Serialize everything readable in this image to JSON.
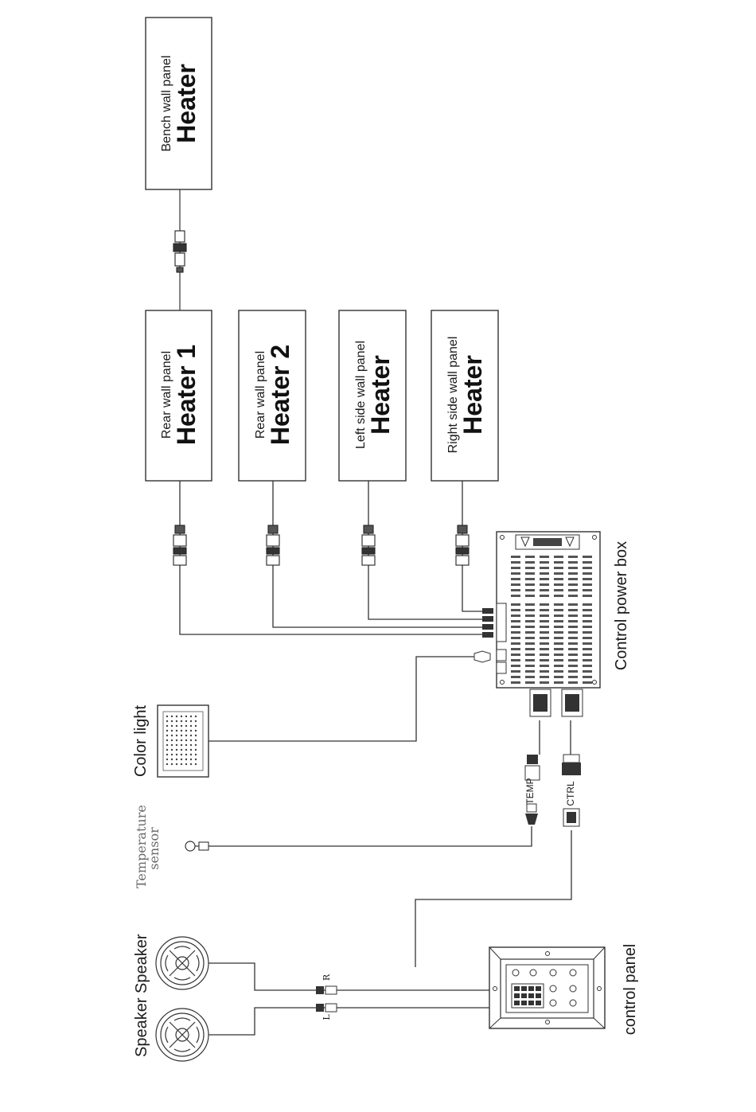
{
  "heaters": {
    "bench": {
      "sub": "Bench wall panel",
      "main": "Heater"
    },
    "rear1": {
      "sub": "Rear wall panel",
      "main": "Heater 1"
    },
    "rear2": {
      "sub": "Rear wall panel",
      "main": "Heater 2"
    },
    "left": {
      "sub": "Left side wall panel",
      "main": "Heater"
    },
    "right": {
      "sub": "Right side wall panel",
      "main": "Heater"
    }
  },
  "labels": {
    "control_power_box": "Control power box",
    "color_light": "Color  light",
    "temperature_sensor_1": "Temperature",
    "temperature_sensor_2": "sensor",
    "speakers": "Speaker Speaker",
    "control_panel": "control panel",
    "temp": "TEMP",
    "ctrl": "CTRL",
    "left_channel": "L",
    "right_channel": "R"
  }
}
